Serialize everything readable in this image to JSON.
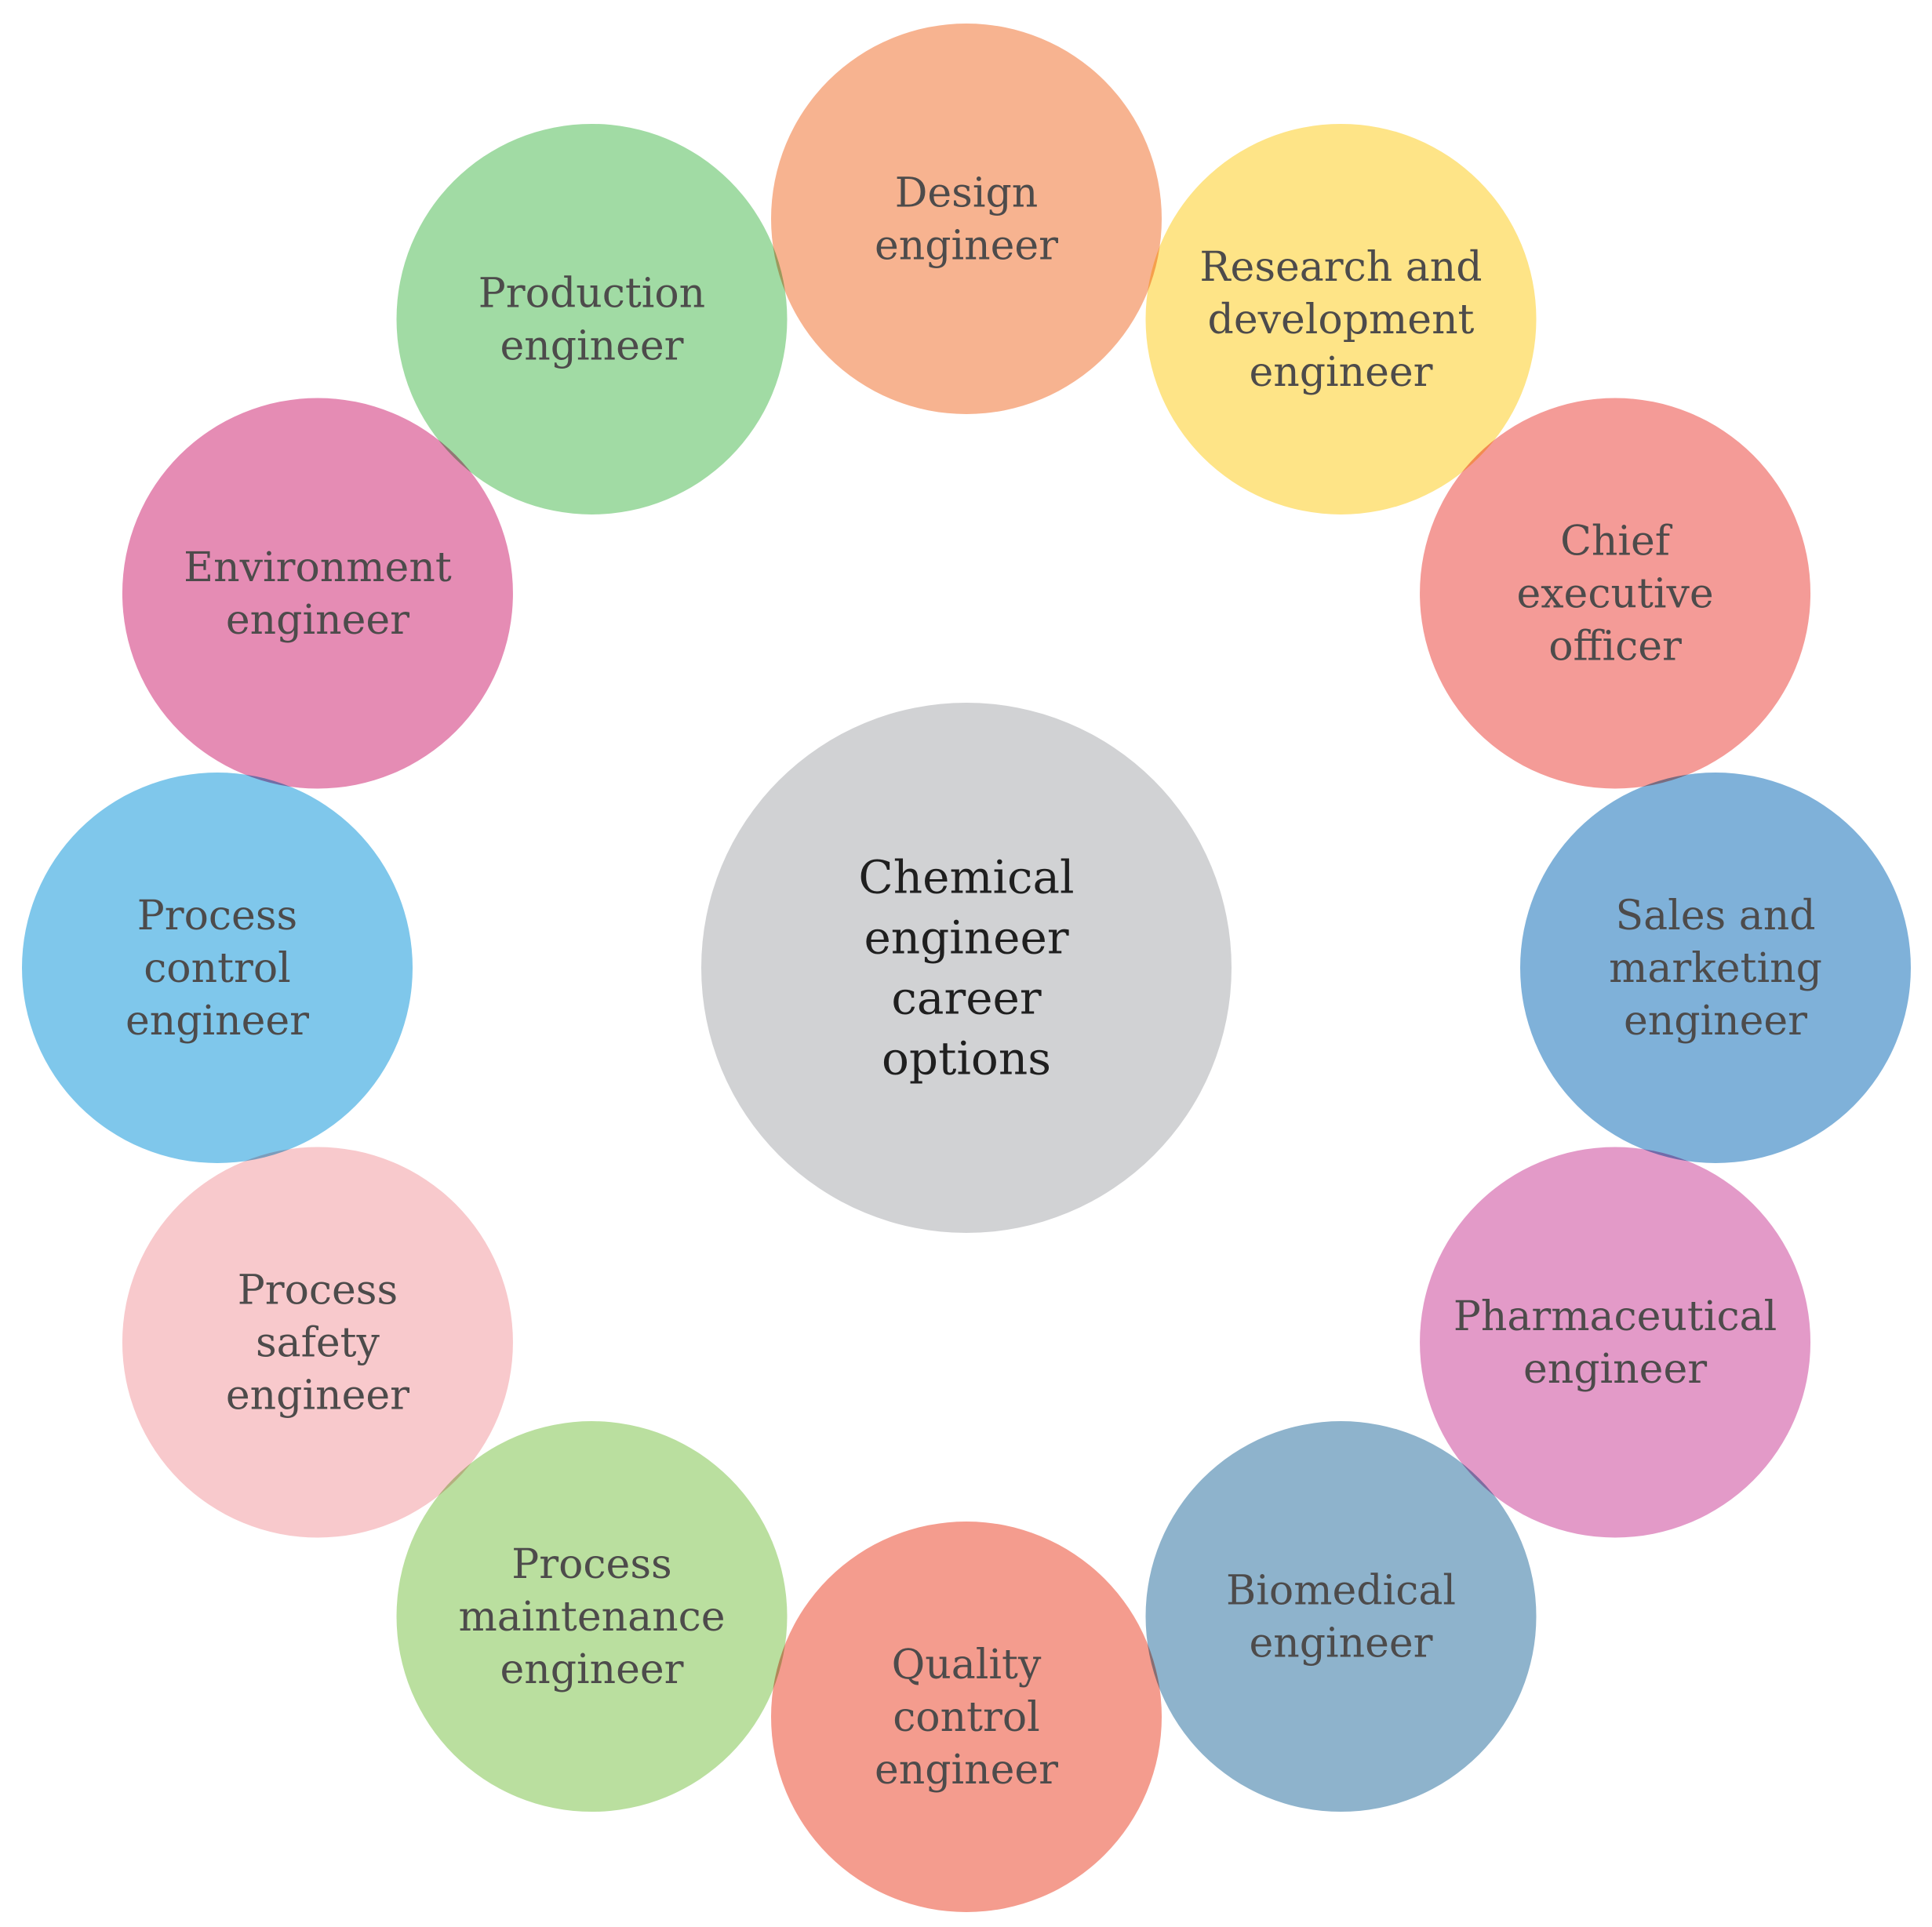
{
  "center": {
    "lines": [
      "Chemical",
      "engineer",
      "career",
      "options"
    ],
    "color": "#d1d2d4"
  },
  "nodes": [
    {
      "lines": [
        "Design",
        "engineer"
      ],
      "color": "#f7b390"
    },
    {
      "lines": [
        "Research and",
        "development",
        "engineer"
      ],
      "color": "#fee487"
    },
    {
      "lines": [
        "Chief",
        "executive",
        "officer"
      ],
      "color": "#f49b97"
    },
    {
      "lines": [
        "Sales and",
        "marketing",
        "engineer"
      ],
      "color": "#7fb1d9"
    },
    {
      "lines": [
        "Pharmaceutical",
        "engineer"
      ],
      "color": "#e39ac8"
    },
    {
      "lines": [
        "Biomedical",
        "engineer"
      ],
      "color": "#8eb3cc"
    },
    {
      "lines": [
        "Quality",
        "control",
        "engineer"
      ],
      "color": "#f49c8e"
    },
    {
      "lines": [
        "Process",
        "maintenance",
        "engineer"
      ],
      "color": "#badf9f"
    },
    {
      "lines": [
        "Process",
        "safety",
        "engineer"
      ],
      "color": "#f8c9cc"
    },
    {
      "lines": [
        "Process",
        "control",
        "engineer"
      ],
      "color": "#7fc7eb"
    },
    {
      "lines": [
        "Environment",
        "engineer"
      ],
      "color": "#e58cb4"
    },
    {
      "lines": [
        "Production",
        "engineer"
      ],
      "color": "#a1dba4"
    }
  ]
}
